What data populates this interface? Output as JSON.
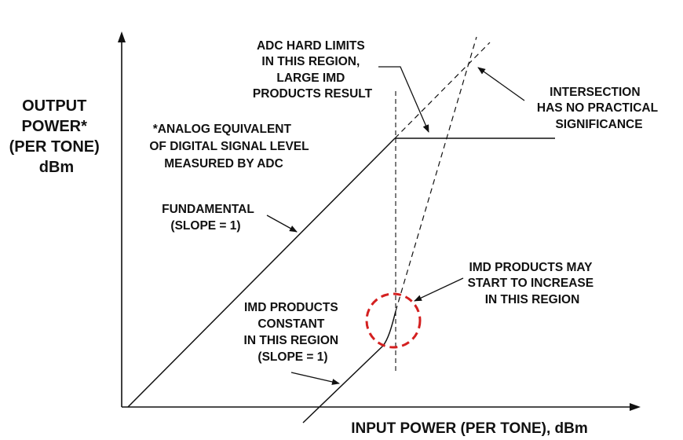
{
  "colors": {
    "ink": "#111111",
    "highlight_circle": "#d42020",
    "background": "#ffffff"
  },
  "axes": {
    "y_label_lines": [
      "OUTPUT",
      "POWER*",
      "(PER TONE)",
      "dBm"
    ],
    "x_label": "INPUT POWER (PER TONE), dBm"
  },
  "annotations": {
    "analog_equivalent": [
      "*ANALOG EQUIVALENT",
      "OF DIGITAL SIGNAL LEVEL",
      "MEASURED BY ADC"
    ],
    "adc_hard_limits": [
      "ADC HARD LIMITS",
      "IN THIS REGION,",
      "LARGE IMD",
      "PRODUCTS RESULT"
    ],
    "intersection": [
      "INTERSECTION",
      "HAS NO PRACTICAL",
      "SIGNIFICANCE"
    ],
    "fundamental": [
      "FUNDAMENTAL",
      "(SLOPE = 1)"
    ],
    "imd_may_increase": [
      "IMD PRODUCTS MAY",
      "START TO INCREASE",
      "IN THIS REGION"
    ],
    "imd_constant": [
      "IMD PRODUCTS",
      "CONSTANT",
      "IN THIS REGION",
      "(SLOPE = 1)"
    ]
  }
}
